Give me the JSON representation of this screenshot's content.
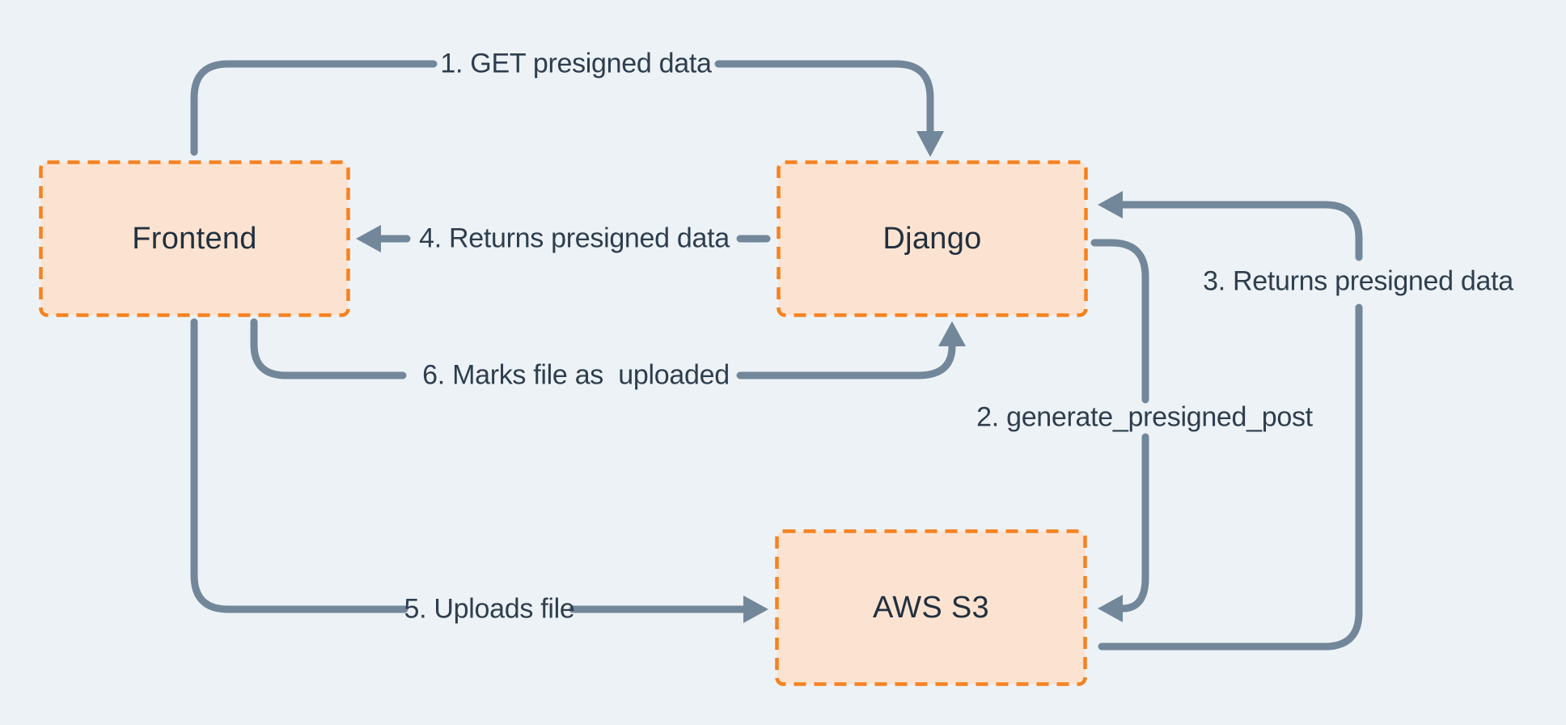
{
  "diagram": {
    "type": "flow-diagram",
    "colors": {
      "bg": "#edf2f6",
      "node_fill": "#fce3d1",
      "node_border": "#f58220",
      "edge": "#73879a",
      "edge_text": "#2e3e4e",
      "node_text": "#22303e"
    },
    "nodes": [
      {
        "id": "frontend",
        "label": "Frontend"
      },
      {
        "id": "django",
        "label": "Django"
      },
      {
        "id": "aws-s3",
        "label": "AWS S3"
      }
    ],
    "edges": [
      {
        "id": "step-1",
        "label": "1. GET presigned data",
        "from": "Frontend",
        "to": "Django"
      },
      {
        "id": "step-2",
        "label": "2. generate_presigned_post",
        "from": "Django",
        "to": "AWS S3"
      },
      {
        "id": "step-3",
        "label": "3. Returns presigned data",
        "from": "AWS S3",
        "to": "Django"
      },
      {
        "id": "step-4",
        "label": "4. Returns presigned data",
        "from": "Django",
        "to": "Frontend"
      },
      {
        "id": "step-5",
        "label": "5. Uploads file",
        "from": "Frontend",
        "to": "AWS S3"
      },
      {
        "id": "step-6",
        "label": "6. Marks file as  uploaded",
        "from": "Frontend",
        "to": "Django"
      }
    ]
  }
}
